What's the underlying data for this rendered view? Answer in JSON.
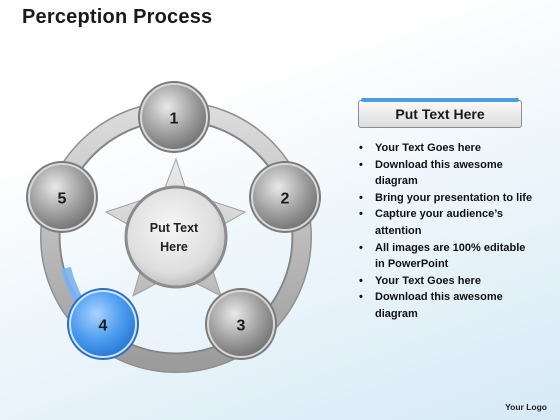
{
  "title": "Perception Process",
  "diagram": {
    "center_text_line1": "Put Text",
    "center_text_line2": "Here",
    "nodes": [
      "1",
      "2",
      "3",
      "4",
      "5"
    ],
    "highlight_node": "4",
    "highlight_color": "#3f8fe6",
    "node_color": "#8a8a8a",
    "ring_color": "#c4c4c4",
    "star_color": "#cfcfcf"
  },
  "side_panel": {
    "header": "Put Text Here",
    "header_accent": "#4d9de0",
    "bullets": [
      "Your Text Goes here",
      "Download this awesome diagram",
      "Bring your presentation to life",
      "Capture your audience’s attention",
      "All images are 100% editable in PowerPoint",
      "Your Text Goes here",
      "Download this awesome diagram"
    ]
  },
  "footer": {
    "logo_text": "Your Logo"
  }
}
